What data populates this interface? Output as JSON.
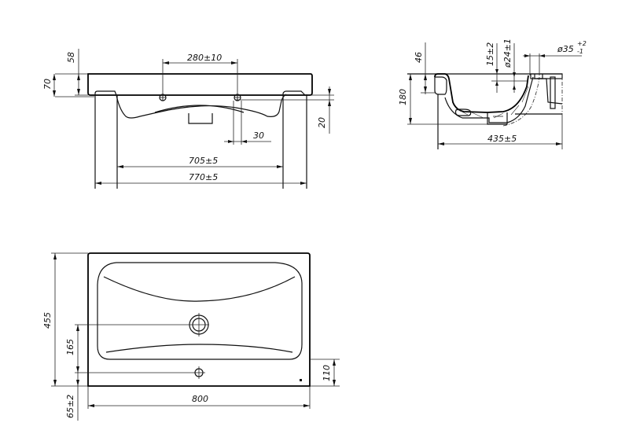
{
  "drawing": {
    "title": "Washbasin technical drawing",
    "views": {
      "front": {
        "dims": {
          "top_height": "58",
          "rim_height": "70",
          "holes_spacing": "280±10",
          "offset_30": "30",
          "drop_20": "20",
          "inner_width": "705±5",
          "outer_width": "770±5"
        }
      },
      "side": {
        "dims": {
          "rim": "46",
          "depth_15": "15±2",
          "diameter_24": "ø24±1",
          "diameter_35": "ø35",
          "diameter_35_tol_upper": "+2",
          "diameter_35_tol_lower": "-1",
          "height": "180",
          "depth": "435±5"
        }
      },
      "top": {
        "dims": {
          "depth": "455",
          "hole_spacing": "165",
          "edge_offset": "65±2",
          "width": "800",
          "front_offset": "110"
        }
      }
    }
  }
}
